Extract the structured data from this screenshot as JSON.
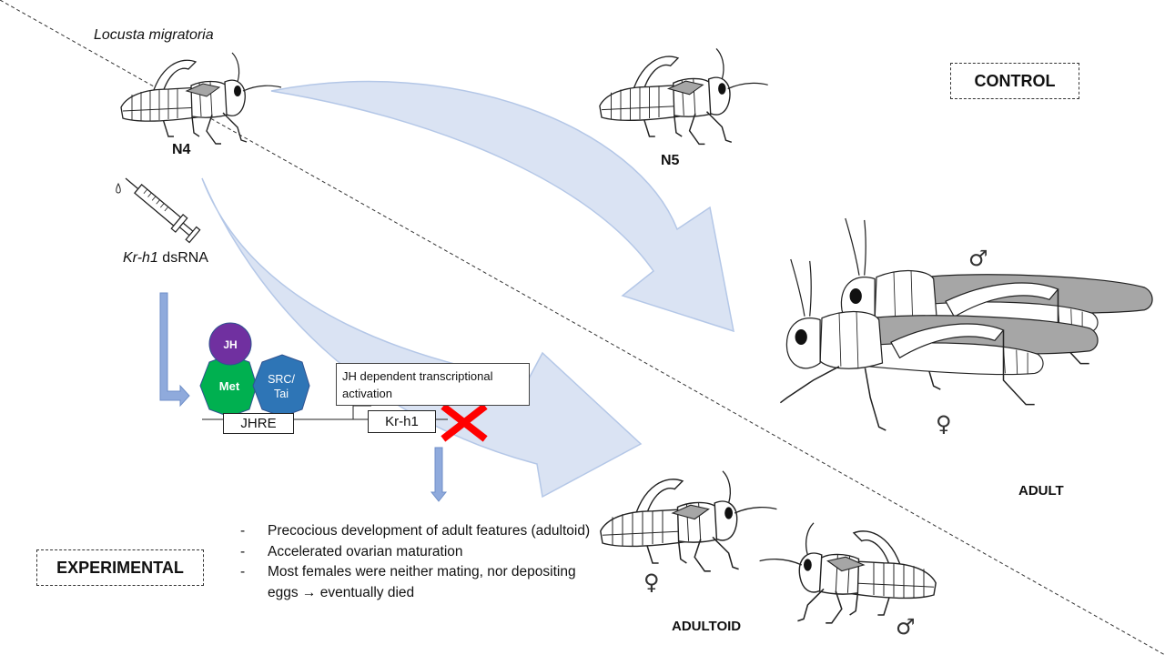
{
  "species": {
    "genus": "Locusta",
    "epithet": "migratoria"
  },
  "stages": {
    "n4": "N4",
    "n5": "N5",
    "adult": "ADULT",
    "adultoid": "ADULTOID"
  },
  "groups": {
    "control": "CONTROL",
    "experimental": "EXPERIMENTAL"
  },
  "injection": {
    "gene": "Kr-h1",
    "suffix": " dsRNA"
  },
  "pathway": {
    "jh": "JH",
    "met": "Met",
    "src_line1": "SRC/",
    "src_line2": "Tai",
    "jhre": "JHRE",
    "gene_box": "Kr-h1",
    "activation_note": "JH dependent transcriptional activation"
  },
  "outcomes": [
    "Precocious development of adult features (adultoid)",
    "Accelerated ovarian maturation",
    "Most females were neither mating, nor depositing eggs → eventually died"
  ],
  "sex_symbols": {
    "male": "♂",
    "female": "♀"
  },
  "colors": {
    "arrow_fill": "#dae3f3",
    "arrow_stroke": "#b4c7e7",
    "process_arrow": "#8faadc",
    "jh_purple": "#7030a0",
    "met_green": "#00b050",
    "src_blue": "#2e75b6",
    "block_x_red": "#ff0000",
    "wing_gray": "#a6a6a6"
  },
  "icons": [
    "syringe-icon",
    "inhibition-x-icon",
    "locust-illustration"
  ]
}
